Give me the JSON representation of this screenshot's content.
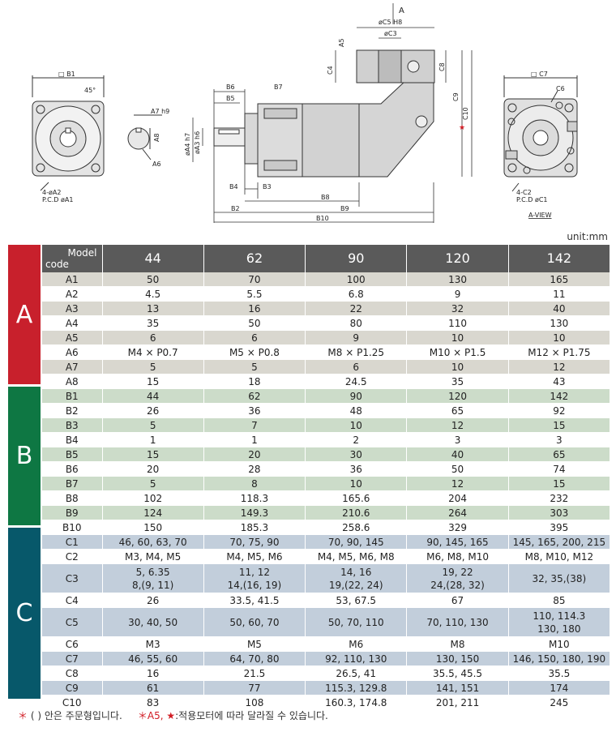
{
  "drawing": {
    "labels": {
      "arrow_a": "A",
      "b1": "□ B1",
      "angle": "45°",
      "hole_left": "4-øA2",
      "pcd_left": "P.C.D øA1",
      "a7": "A7 h9",
      "a8": "A8",
      "a6": "A6",
      "a4": "øA4 h7",
      "a3": "øA3 h6",
      "b6": "B6",
      "b5": "B5",
      "b7": "B7",
      "b4": "B4",
      "b3": "B3",
      "b8": "B8",
      "b2": "B2",
      "b9": "B9",
      "b10": "B10",
      "c5": "øC5 H8",
      "c3": "øC3",
      "a5": "A5",
      "c4": "C4",
      "c8": "C8",
      "c9": "C9",
      "c10": "C10",
      "star": "★",
      "c7": "□ C7",
      "c6": "C6",
      "hole_right": "4-C2",
      "pcd_right": "P.C.D øC1",
      "view": "A-VIEW"
    }
  },
  "unit": "unit:mm",
  "table": {
    "header_model": "Model",
    "header_code": "code",
    "models": [
      "44",
      "62",
      "90",
      "120",
      "142"
    ],
    "sections": [
      "A",
      "B",
      "C"
    ],
    "rows": [
      {
        "code": "A1",
        "vals": [
          "50",
          "70",
          "100",
          "130",
          "165"
        ]
      },
      {
        "code": "A2",
        "vals": [
          "4.5",
          "5.5",
          "6.8",
          "9",
          "11"
        ]
      },
      {
        "code": "A3",
        "vals": [
          "13",
          "16",
          "22",
          "32",
          "40"
        ]
      },
      {
        "code": "A4",
        "vals": [
          "35",
          "50",
          "80",
          "110",
          "130"
        ]
      },
      {
        "code": "A5",
        "vals": [
          "6",
          "6",
          "9",
          "10",
          "10"
        ]
      },
      {
        "code": "A6",
        "vals": [
          "M4 × P0.7",
          "M5 × P0.8",
          "M8 × P1.25",
          "M10 × P1.5",
          "M12 × P1.75"
        ]
      },
      {
        "code": "A7",
        "vals": [
          "5",
          "5",
          "6",
          "10",
          "12"
        ]
      },
      {
        "code": "A8",
        "vals": [
          "15",
          "18",
          "24.5",
          "35",
          "43"
        ]
      },
      {
        "code": "B1",
        "vals": [
          "44",
          "62",
          "90",
          "120",
          "142"
        ]
      },
      {
        "code": "B2",
        "vals": [
          "26",
          "36",
          "48",
          "65",
          "92"
        ]
      },
      {
        "code": "B3",
        "vals": [
          "5",
          "7",
          "10",
          "12",
          "15"
        ]
      },
      {
        "code": "B4",
        "vals": [
          "1",
          "1",
          "2",
          "3",
          "3"
        ]
      },
      {
        "code": "B5",
        "vals": [
          "15",
          "20",
          "30",
          "40",
          "65"
        ]
      },
      {
        "code": "B6",
        "vals": [
          "20",
          "28",
          "36",
          "50",
          "74"
        ]
      },
      {
        "code": "B7",
        "vals": [
          "5",
          "8",
          "10",
          "12",
          "15"
        ]
      },
      {
        "code": "B8",
        "vals": [
          "102",
          "118.3",
          "165.6",
          "204",
          "232"
        ]
      },
      {
        "code": "B9",
        "vals": [
          "124",
          "149.3",
          "210.6",
          "264",
          "303"
        ]
      },
      {
        "code": "B10",
        "vals": [
          "150",
          "185.3",
          "258.6",
          "329",
          "395"
        ]
      },
      {
        "code": "C1",
        "vals": [
          "46, 60, 63, 70",
          "70, 75, 90",
          "70, 90, 145",
          "90, 145, 165",
          "145, 165, 200, 215"
        ]
      },
      {
        "code": "C2",
        "vals": [
          "M3, M4, M5",
          "M4, M5, M6",
          "M4, M5, M6, M8",
          "M6, M8, M10",
          "M8, M10, M12"
        ]
      },
      {
        "code": "C3",
        "vals": [
          "5, 6.35",
          "11, 12",
          "14, 16",
          "19, 22",
          "32, 35,(38)"
        ],
        "vals2": [
          "8,(9, 11)",
          "14,(16, 19)",
          "19,(22, 24)",
          "24,(28, 32)",
          ""
        ]
      },
      {
        "code": "C4",
        "vals": [
          "26",
          "33.5, 41.5",
          "53, 67.5",
          "67",
          "85"
        ]
      },
      {
        "code": "C5",
        "vals": [
          "30, 40, 50",
          "50, 60, 70",
          "50, 70, 110",
          "70, 110, 130",
          "110, 114.3"
        ],
        "vals2": [
          "",
          "",
          "",
          "",
          "130, 180"
        ]
      },
      {
        "code": "C6",
        "vals": [
          "M3",
          "M5",
          "M6",
          "M8",
          "M10"
        ]
      },
      {
        "code": "C7",
        "vals": [
          "46, 55, 60",
          "64, 70, 80",
          "92, 110, 130",
          "130, 150",
          "146, 150, 180, 190"
        ]
      },
      {
        "code": "C8",
        "vals": [
          "16",
          "21.5",
          "26.5, 41",
          "35.5, 45.5",
          "35.5"
        ]
      },
      {
        "code": "C9",
        "vals": [
          "61",
          "77",
          "115.3, 129.8",
          "141, 151",
          "174"
        ]
      },
      {
        "code": "C10",
        "vals": [
          "83",
          "108",
          "160.3, 174.8",
          "201, 211",
          "245"
        ]
      }
    ]
  },
  "footer": {
    "mark1": "＊",
    "note1": "(   ) 안은 주문형입니다.",
    "mark2": "＊A5,",
    "star": "★",
    "note2": ":적용모터에 따라 달라질 수 있습니다."
  }
}
